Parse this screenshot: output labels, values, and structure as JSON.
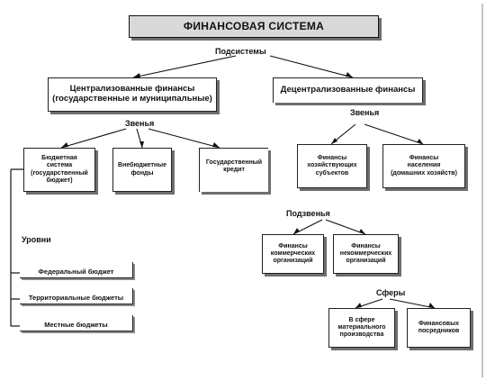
{
  "diagram": {
    "title": "ФИНАНСОВАЯ СИСТЕМА",
    "labels": {
      "subsystems": "Подсистемы",
      "links_left": "Звенья",
      "links_right": "Звенья",
      "sublinks": "Подзвенья",
      "spheres": "Сферы",
      "levels": "Уровни"
    },
    "nodes": {
      "centralized": "Централизованные финансы\n(государственные и муниципальные)",
      "decentralized": "Децентрализованные финансы",
      "budget_system": "Бюджетная\nсистема\n(государственный\nбюджет)",
      "extrabudget_funds": "Внебюджетные\nфонды",
      "state_credit": "Государственный\nкредит",
      "business_finance": "Финансы\nхозяйствующих\nсубъектов",
      "population_finance": "Финансы\nнаселения\n(домашних хозяйств)",
      "commercial_org": "Финансы\nкоммерческих\nорганизаций",
      "noncommercial_org": "Финансы\nнекоммерческих\nорганизаций",
      "material_production": "В сфере\nматериального\nпроизводства",
      "financial_intermediaries": "Финансовых\nпосредников"
    },
    "levels": [
      "Федеральный бюджет",
      "Территориальные бюджеты",
      "Местные бюджеты"
    ]
  }
}
